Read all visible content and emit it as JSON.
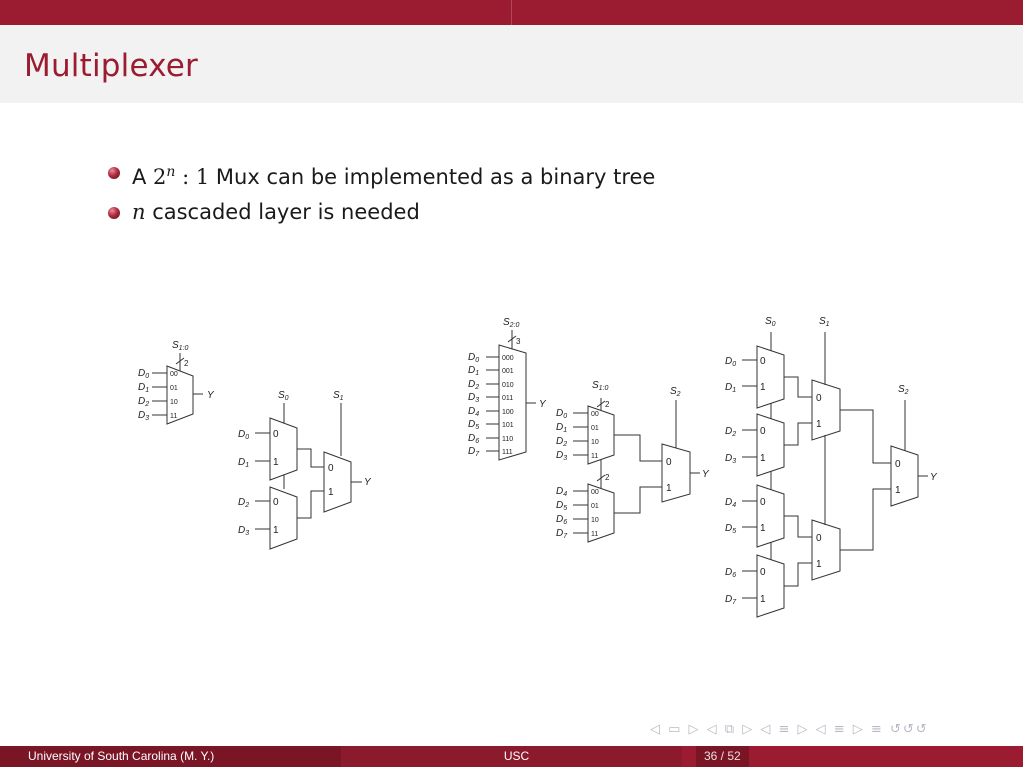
{
  "slide": {
    "title": "Multiplexer",
    "bullets": [
      {
        "pre": "A ",
        "base": "2",
        "exp": "n",
        "ratio": " : 1",
        "post": " Mux can be implemented as a binary tree"
      },
      {
        "var": "n",
        "post": " cascaded layer is needed"
      }
    ]
  },
  "diagram": {
    "mux4_symbol": {
      "select": "S",
      "select_sub": "1:0",
      "width": "2",
      "inputs": [
        "D",
        "D",
        "D",
        "D"
      ],
      "input_subs": [
        "0",
        "1",
        "2",
        "3"
      ],
      "codes": [
        "00",
        "01",
        "10",
        "11"
      ],
      "output": "Y"
    },
    "mux4_tree": {
      "selects": [
        "S",
        "S"
      ],
      "select_subs": [
        "0",
        "1"
      ],
      "inputs": [
        "D",
        "D",
        "D",
        "D"
      ],
      "input_subs": [
        "0",
        "1",
        "2",
        "3"
      ],
      "ports": [
        "0",
        "1"
      ],
      "output": "Y"
    },
    "mux8_symbol": {
      "select": "S",
      "select_sub": "2:0",
      "width": "3",
      "inputs": [
        "D",
        "D",
        "D",
        "D",
        "D",
        "D",
        "D",
        "D"
      ],
      "input_subs": [
        "0",
        "1",
        "2",
        "3",
        "4",
        "5",
        "6",
        "7"
      ],
      "codes": [
        "000",
        "001",
        "010",
        "011",
        "100",
        "101",
        "110",
        "111"
      ],
      "output": "Y"
    },
    "mux8_hier": {
      "select_a": "S",
      "select_a_sub": "1:0",
      "width": "2",
      "select_b": "S",
      "select_b_sub": "2",
      "inputs": [
        "D",
        "D",
        "D",
        "D",
        "D",
        "D",
        "D",
        "D"
      ],
      "input_subs": [
        "0",
        "1",
        "2",
        "3",
        "4",
        "5",
        "6",
        "7"
      ],
      "codes": [
        "00",
        "01",
        "10",
        "11"
      ],
      "ports": [
        "0",
        "1"
      ],
      "output": "Y"
    },
    "mux8_tree": {
      "selects": [
        "S",
        "S",
        "S"
      ],
      "select_subs": [
        "0",
        "1",
        "2"
      ],
      "inputs": [
        "D",
        "D",
        "D",
        "D",
        "D",
        "D",
        "D",
        "D"
      ],
      "input_subs": [
        "0",
        "1",
        "2",
        "3",
        "4",
        "5",
        "6",
        "7"
      ],
      "ports": [
        "0",
        "1"
      ],
      "output": "Y"
    }
  },
  "nav": {
    "symbols": "◁ ▭ ▷ ◁ ⧉ ▷ ◁ ≡ ▷ ◁ ≡ ▷   ≡   ↺↺↺"
  },
  "footer": {
    "left": "University of South Carolina  (M. Y.)",
    "center": "USC",
    "page": "36 / 52"
  }
}
